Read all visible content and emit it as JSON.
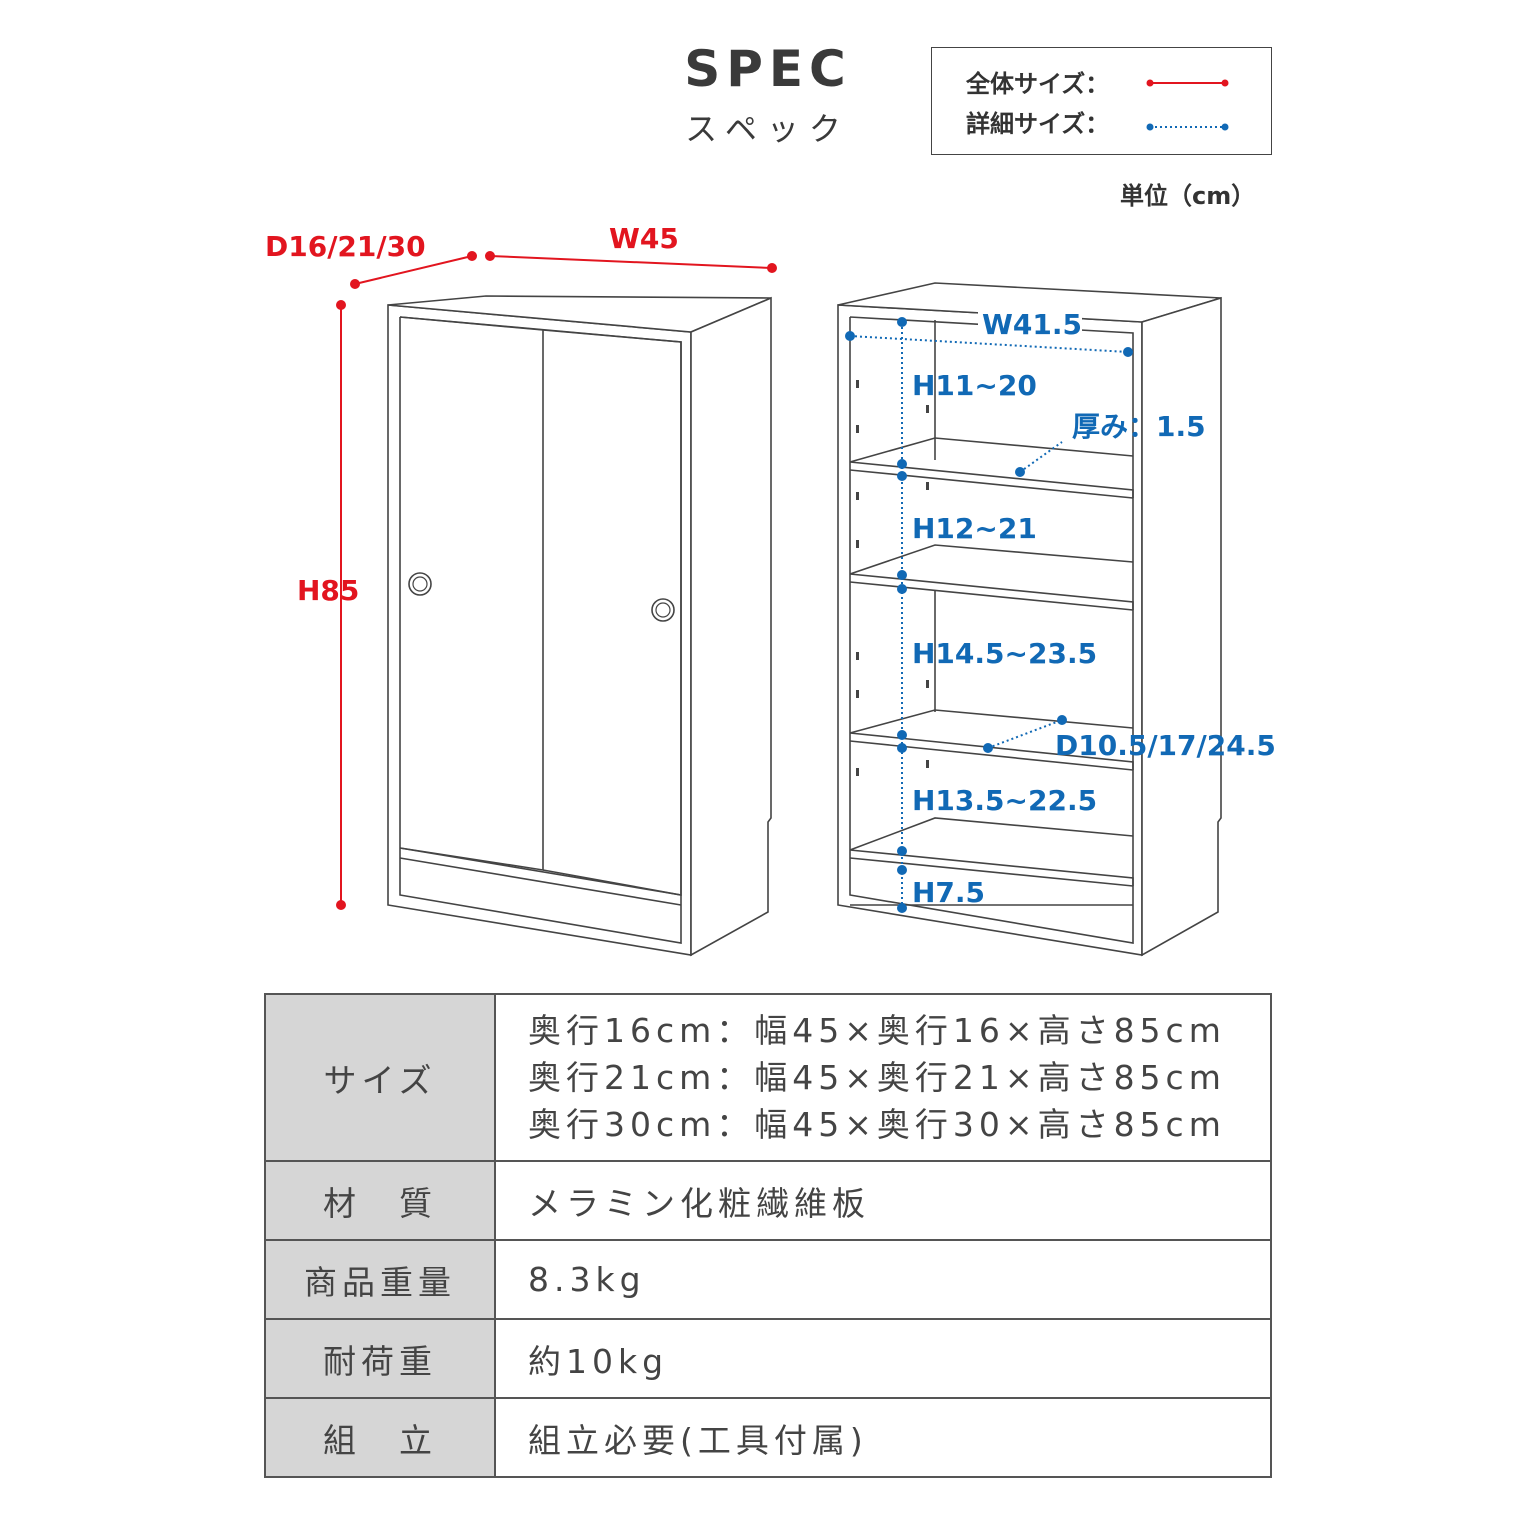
{
  "title": {
    "en": "SPEC",
    "ja": "スペック"
  },
  "legend": {
    "overall": {
      "label": "全体サイズ：",
      "color": "#e2151f"
    },
    "detail": {
      "label": "詳細サイズ：",
      "color": "#1169b5"
    }
  },
  "unit": "単位（cm）",
  "outer_dimensions": {
    "depth": "D16/21/30",
    "width": "W45",
    "height": "H85"
  },
  "inner_dimensions": {
    "inner_width": "W41.5",
    "shelf_1": "H11~20",
    "thickness": "厚み：1.5",
    "shelf_2": "H12~21",
    "shelf_3": "H14.5~23.5",
    "shelf_depth": "D10.5/17/24.5",
    "shelf_4": "H13.5~22.5",
    "base": "H7.5"
  },
  "spec_table": {
    "size": {
      "label": "サイズ",
      "values": [
        "奥行16cm：幅45×奥行16×高さ85cm",
        "奥行21cm：幅45×奥行21×高さ85cm",
        "奥行30cm：幅45×奥行30×高さ85cm"
      ]
    },
    "material": {
      "label": "材　質",
      "value": "メラミン化粧繊維板"
    },
    "weight": {
      "label": "商品重量",
      "value": "8.3kg"
    },
    "load": {
      "label": "耐荷重",
      "value": "約10kg"
    },
    "assembly": {
      "label": "組　立",
      "value": "組立必要(工具付属)"
    }
  }
}
